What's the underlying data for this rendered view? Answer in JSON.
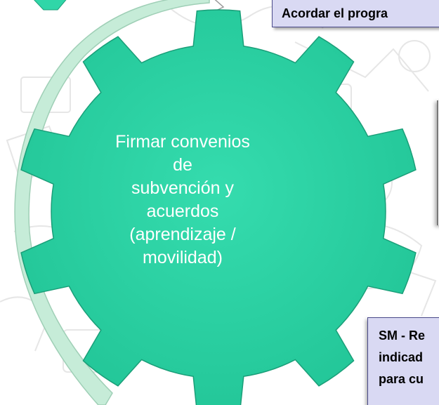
{
  "gear": {
    "label": "Firmar convenios de\nsubvención y\nacuerdos\n(aprendizaje /\nmovilidad)",
    "fill_color": "#30d6a8",
    "edge_color": "#1a9e78"
  },
  "arc": {
    "fill_color": "#c6ecd8"
  },
  "callouts": {
    "top": "Acordar el progra",
    "bottom_line1": "SM - Re",
    "bottom_line2": "indicad",
    "bottom_line3": "para cu"
  },
  "colors": {
    "callout_fill": "#d9d9f3",
    "callout_border": "#4a4a8a"
  }
}
